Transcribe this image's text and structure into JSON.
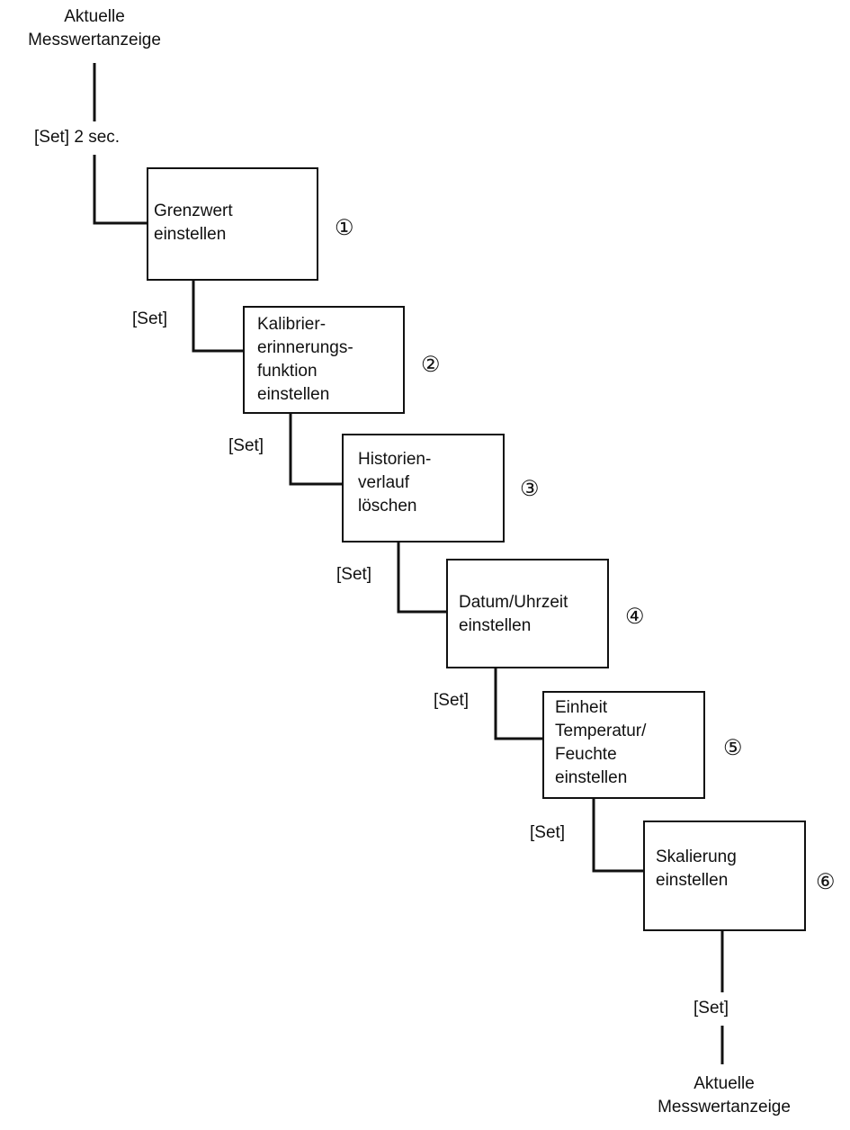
{
  "start_label": "Aktuelle\nMesswertanzeige",
  "first_transition": "[Set]  2 sec.",
  "steps": [
    {
      "label": "Grenzwert\neinstellen",
      "number": "①",
      "transition": "[Set]"
    },
    {
      "label": "Kalibrier-\nerinnerungs-\nfunktion\neinstellen",
      "number": "②",
      "transition": "[Set]"
    },
    {
      "label": "Historien-\nverlauf\nlöschen",
      "number": "③",
      "transition": "[Set]"
    },
    {
      "label": "Datum/Uhrzeit\neinstellen",
      "number": "④",
      "transition": "[Set]"
    },
    {
      "label": "Einheit\nTemperatur/\nFeuchte\neinstellen",
      "number": "⑤",
      "transition": "[Set]"
    },
    {
      "label": "Skalierung\neinstellen",
      "number": "⑥",
      "transition": "[Set]"
    }
  ],
  "end_label": "Aktuelle\nMesswertanzeige"
}
